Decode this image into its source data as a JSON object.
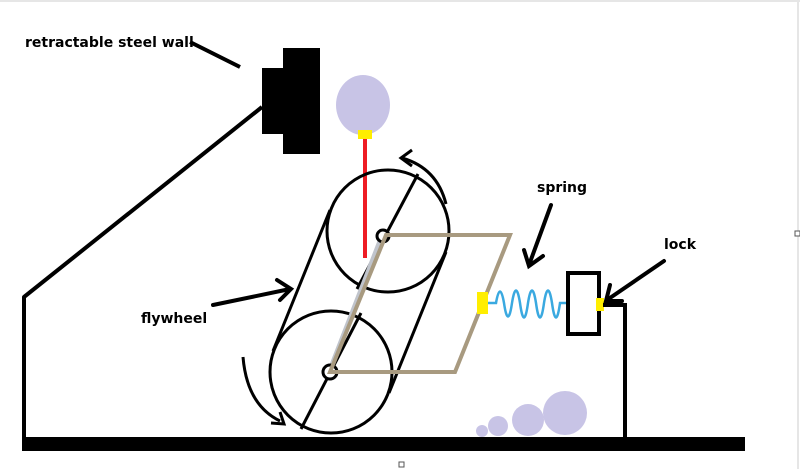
{
  "labels": {
    "wall": "retractable steel wall",
    "spring": "spring",
    "lock": "lock",
    "flywheel": "flywheel"
  },
  "colors": {
    "ink": "#000000",
    "balloon": "#c8c4e6",
    "string": "#ee1c24",
    "linkage": "#a89a80",
    "spring": "#3aa9e0",
    "clamp": "#ffee00",
    "rod": "#c0c4cc",
    "background": "#ffffff"
  }
}
